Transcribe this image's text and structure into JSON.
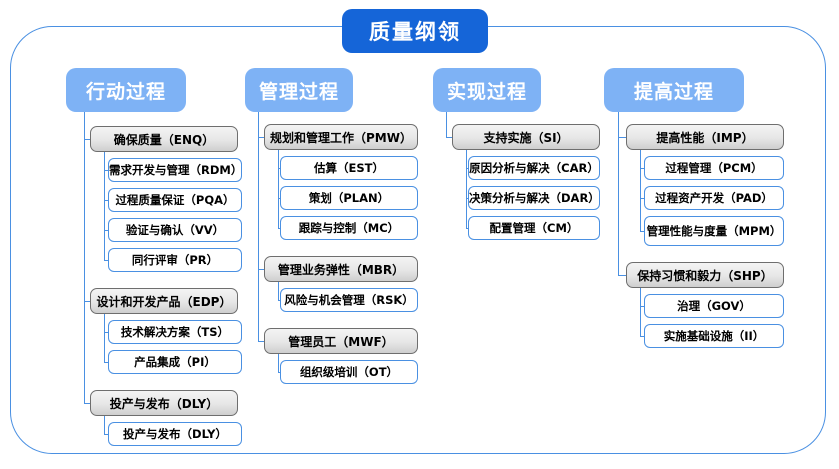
{
  "diagram": {
    "title": "质量纲领",
    "type": "organizational-tree",
    "accent_color": "#1565d8",
    "column_header_color": "#7eb2f5",
    "group_box_color": "#e6e6e6",
    "leaf_border_color": "#4a90e2",
    "frame_border_color": "#4a90e2"
  },
  "columns": [
    {
      "label": "行动过程",
      "groups": [
        {
          "label": "确保质量（ENQ）",
          "children": [
            {
              "label": "需求开发与管理（RDM）"
            },
            {
              "label": "过程质量保证（PQA）"
            },
            {
              "label": "验证与确认（VV）"
            },
            {
              "label": "同行评审（PR）"
            }
          ]
        },
        {
          "label": "设计和开发产品（EDP）",
          "children": [
            {
              "label": "技术解决方案（TS）"
            },
            {
              "label": "产品集成（PI）"
            }
          ]
        },
        {
          "label": "投产与发布（DLY）",
          "children": [
            {
              "label": "投产与发布（DLY）"
            }
          ]
        }
      ]
    },
    {
      "label": "管理过程",
      "groups": [
        {
          "label": "规划和管理工作（PMW）",
          "children": [
            {
              "label": "估算（EST）"
            },
            {
              "label": "策划（PLAN）"
            },
            {
              "label": "跟踪与控制（MC）"
            }
          ]
        },
        {
          "label": "管理业务弹性（MBR）",
          "children": [
            {
              "label": "风险与机会管理（RSK）"
            }
          ]
        },
        {
          "label": "管理员工（MWF）",
          "children": [
            {
              "label": "组织级培训（OT）"
            }
          ]
        }
      ]
    },
    {
      "label": "实现过程",
      "groups": [
        {
          "label": "支持实施（SI）",
          "children": [
            {
              "label": "原因分析与解决（CAR）"
            },
            {
              "label": "决策分析与解决（DAR）"
            },
            {
              "label": "配置管理（CM）"
            }
          ]
        }
      ]
    },
    {
      "label": "提高过程",
      "groups": [
        {
          "label": "提高性能（IMP）",
          "children": [
            {
              "label": "过程管理（PCM）"
            },
            {
              "label": "过程资产开发（PAD）"
            },
            {
              "label": "管理性能与度量\n（MPM）"
            }
          ]
        },
        {
          "label": "保持习惯和毅力（SHP）",
          "children": [
            {
              "label": "治理（GOV）"
            },
            {
              "label": "实施基础设施（II）"
            }
          ]
        }
      ]
    }
  ]
}
